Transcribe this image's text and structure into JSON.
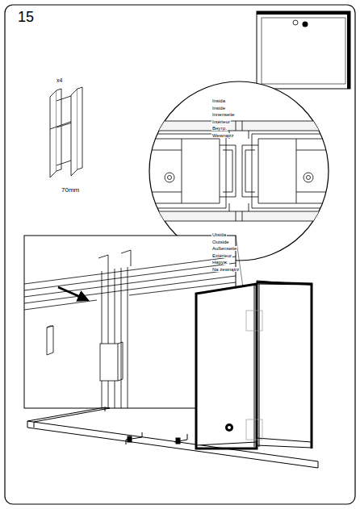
{
  "diagram": {
    "labels": [
      "15",
      "x4",
      "70mm",
      "Insida",
      "Inside",
      "Innenseite",
      "Intérieur",
      "Внутр.",
      "Wewnątrz",
      "Utsida",
      "Outside",
      "Außenseite",
      "Extérieur",
      "Наруж.",
      "Na zewnątrz"
    ]
  }
}
